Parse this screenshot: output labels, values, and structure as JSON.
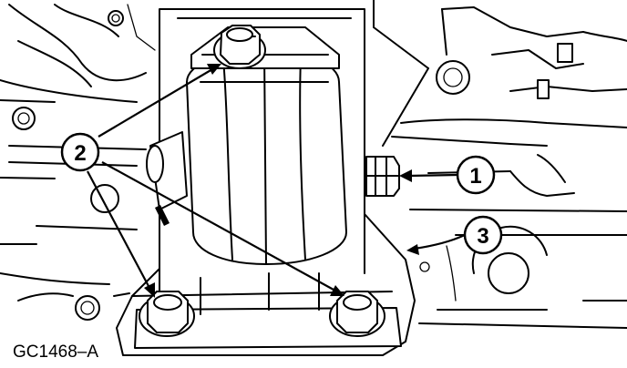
{
  "figure_id": "GC1468–A",
  "callouts": [
    {
      "number": "1",
      "part": "bolt"
    },
    {
      "number": "2",
      "part": "bolts"
    },
    {
      "number": "3",
      "part": "bracket"
    }
  ],
  "colors": {
    "line": "#000000",
    "background": "#ffffff"
  }
}
